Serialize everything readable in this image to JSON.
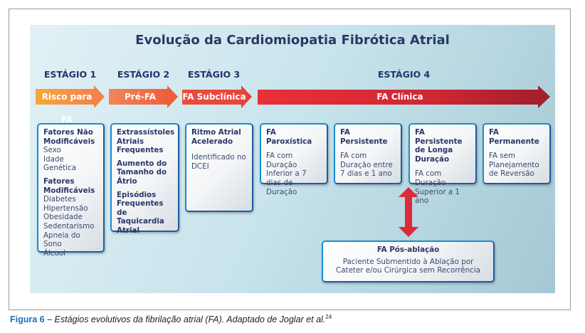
{
  "title": "Evolução da Cardiomiopatia Fibrótica Atrial",
  "stages": [
    {
      "label": "ESTÁGIO 1",
      "arrow": "Risco para FA"
    },
    {
      "label": "ESTÁGIO 2",
      "arrow": "Pré-FA"
    },
    {
      "label": "ESTÁGIO 3",
      "arrow": "FA Subclínica"
    },
    {
      "label": "ESTÁGIO 4",
      "arrow": "FA Clínica"
    }
  ],
  "box1": {
    "h1": "Fatores Não Modificáveis",
    "items1": [
      "Sexo",
      "Idade",
      "Genética"
    ],
    "h2": "Fatores Modificáveis",
    "items2": [
      "Diabetes",
      "Hipertensão",
      "Obesidade",
      "Sedentarismo",
      "Apneia do Sono",
      "Álcool"
    ]
  },
  "box2": {
    "items": [
      "Extrassístoles Atriais Frequentes",
      "Aumento do Tamanho do Átrio",
      "Episódios Frequentes de Taquicardia Atrial"
    ]
  },
  "box3": {
    "title": "Ritmo Atrial Acelerado",
    "text": "Identificado no DCEI"
  },
  "stage4_boxes": [
    {
      "title": "FA Paroxística",
      "text": "FA com Duração Inferior a 7 dias de Duração"
    },
    {
      "title": "FA Persistente",
      "text": "FA com Duração entre 7 dias e 1 ano"
    },
    {
      "title": "FA Persistente de Longa Duração",
      "text": "FA com Duração Superior a 1 ano"
    },
    {
      "title": "FA Permanente",
      "text": "FA sem Planejamento de Reversão"
    }
  ],
  "post_ablation": {
    "title": "FA Pós-ablação",
    "text": "Paciente Submentido à Ablação por Cateter e/ou Cirúrgica sem Recorrência"
  },
  "caption": {
    "figure": "Figura 6 –",
    "text": " Estágios evolutivos da fibrilação atrial (FA). Adaptado de Joglar et al.",
    "ref": "24"
  },
  "colors": {
    "navy": "#2b3768",
    "border": "#1a8fd0",
    "arrow_red": "#e3303a",
    "caption_blue": "#1d6fb6"
  }
}
